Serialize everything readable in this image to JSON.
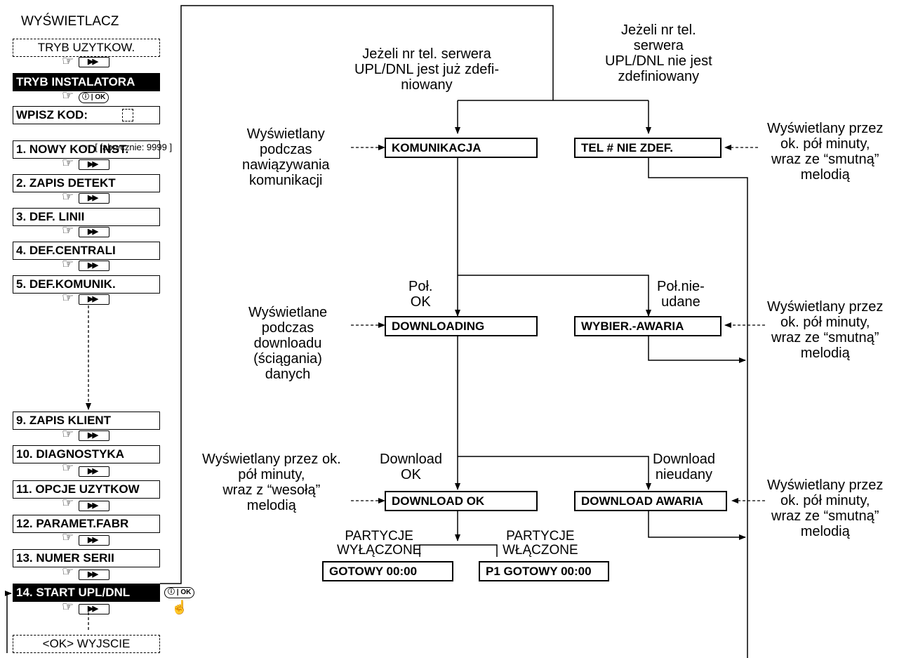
{
  "left_menu": {
    "display_label": "WYŚWIETLACZ",
    "items": [
      "TRYB UZYTKOW.",
      "TRYB INSTALATORA",
      "WPISZ KOD:",
      "1. NOWY KOD INST.",
      "2. ZAPIS DETEKT",
      "3. DEF. LINII",
      "4. DEF.CENTRALI",
      "5. DEF.KOMUNIK.",
      "9. ZAPIS KLIENT",
      "10. DIAGNOSTYKA",
      "11. OPCJE UZYTKOW",
      "12. PARAMET.FABR",
      "13. NUMER SERII",
      "14. START UPL/DNL",
      "<OK> WYJSCIE"
    ],
    "factory_code_note": "[ fabrycznie: 9999 ]",
    "ok_button_label": "OK",
    "forward_symbol": "▶▶"
  },
  "flow": {
    "cond_defined": "Jeżeli nr tel. serwera\nUPL/DNL jest już zdefi-\nniowany",
    "cond_not_defined": "Jeżeli nr tel.\nserwera\nUPL/DNL nie jest\nzdefiniowany",
    "boxes": {
      "komunikacja": "KOMUNIKACJA",
      "tel_nie_zdef": "TEL # NIE ZDEF.",
      "downloading": "DOWNLOADING",
      "wybier_awaria": "WYBIER.-AWARIA",
      "download_ok": "DOWNLOAD OK",
      "download_awaria": "DOWNLOAD AWARIA",
      "gotowy": "GOTOWY    00:00",
      "p1_gotowy": "P1 GOTOWY 00:00"
    },
    "labels": {
      "pol_ok": "Poł.\nOK",
      "pol_nieudane": "Poł.nie-\nudane",
      "download_ok_branch": "Download\nOK",
      "download_nieudany": "Download\nnieudany",
      "partycje_wylaczone": "PARTYCJE\nWYŁĄCZONE",
      "partycje_wlaczone": "PARTYCJE\nWŁĄCZONE"
    },
    "notes": {
      "komunikacja_note": "Wyświetlany\npodczas\nnawiązywania\nkomunikacji",
      "downloading_note": "Wyświetlane\npodczas\ndownloadu\n(ściągania)\ndanych",
      "download_ok_note": "Wyświetlany przez ok.\npół minuty,\nwraz z “wesołą”\nmelodią",
      "tel_note": "Wyświetlany przez\nok. pół minuty,\nwraz ze “smutną”\nmelodią",
      "wybier_note": "Wyświetlany przez\nok. pół minuty,\nwraz ze “smutną”\nmelodią",
      "download_awaria_note": "Wyświetlany przez\nok. pół minuty,\nwraz ze “smutną”\nmelodią"
    }
  }
}
